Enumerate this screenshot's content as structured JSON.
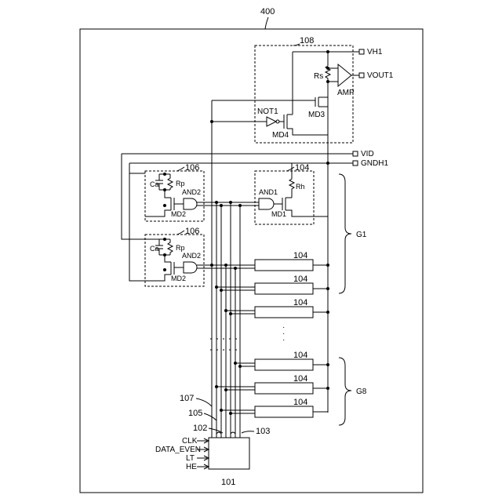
{
  "figure": {
    "ref_main": "400",
    "circuit_108": {
      "ref": "108",
      "resistor": "Rs",
      "amplifier": "AMP",
      "inverter": "NOT1",
      "transistor_a": "MD3",
      "transistor_b": "MD4"
    },
    "terminals": {
      "vh1": "VH1",
      "vout1": "VOUT1",
      "vid": "VID",
      "gndh1": "GNDH1"
    },
    "circuit_106_top": {
      "ref": "106",
      "capacitor": "Ca",
      "resistor": "Rp",
      "gate": "AND2",
      "transistor": "MD2"
    },
    "circuit_106_bottom": {
      "ref": "106",
      "capacitor": "Ca",
      "resistor": "Rp",
      "gate": "AND2",
      "transistor": "MD2"
    },
    "circuit_104_detail": {
      "ref": "104",
      "gate": "AND1",
      "resistor": "Rh",
      "transistor": "MD1"
    },
    "blocks_104": {
      "b1": "104",
      "b2": "104",
      "b3": "104",
      "b4": "104",
      "b5": "104",
      "b6": "104"
    },
    "groups": {
      "g1": "G1",
      "g8": "G8"
    },
    "bus_refs": {
      "r107": "107",
      "r105": "105",
      "r102": "102",
      "r103": "103"
    },
    "controller": {
      "ref": "101",
      "inputs": {
        "clk": "CLK",
        "data_even": "DATA_EVEN",
        "lt": "LT",
        "he": "HE"
      }
    },
    "ellipsis": "· · ·"
  }
}
